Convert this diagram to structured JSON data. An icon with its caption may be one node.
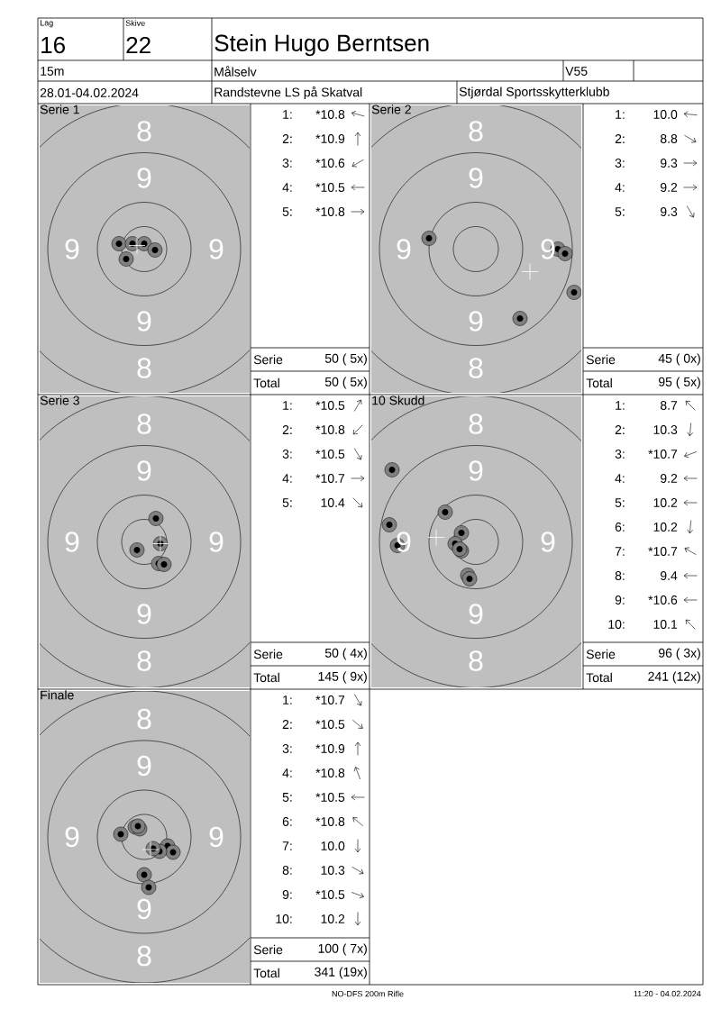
{
  "diagram": {
    "title": "Stein Hugo Berntsen",
    "labels": [
      "Lag",
      "Skive",
      "16",
      "22",
      "15m",
      "Målselv",
      "V55",
      "28.01-04.02.2024",
      "Randstevne LS på Skatval",
      "Stjørdal Sportsskytterklubb",
      "Serie 1",
      "8",
      "9",
      "9",
      "9",
      "9",
      "8",
      "1:",
      "*10.8",
      "2:",
      "*10.9",
      "3:",
      "*10.6",
      "4:",
      "*10.5",
      "5:",
      "*10.8",
      "Serie",
      "50 ( 5x)",
      "Total",
      "50 ( 5x)",
      "Serie 2",
      "8",
      "9",
      "9",
      "9",
      "9",
      "8",
      "1:",
      "10.0",
      "2:",
      "8.8",
      "3:",
      "9.3",
      "4:",
      "9.2",
      "5:",
      "9.3",
      "Serie",
      "45 ( 0x)",
      "Total",
      "95 ( 5x)",
      "Serie 3",
      "8",
      "9",
      "9",
      "9",
      "9",
      "8",
      "1:",
      "*10.5",
      "2:",
      "*10.8",
      "3:",
      "*10.5",
      "4:",
      "*10.7",
      "5:",
      "10.4",
      "Serie",
      "50 ( 4x)",
      "Total",
      "145 ( 9x)",
      "10 Skudd",
      "8",
      "9",
      "9",
      "9",
      "9",
      "8",
      "1:",
      "8.7",
      "2:",
      "10.3",
      "3:",
      "*10.7",
      "4:",
      "9.2",
      "5:",
      "10.2",
      "6:",
      "10.2",
      "7:",
      "*10.7",
      "8:",
      "9.4",
      "9:",
      "*10.6",
      "10:",
      "10.1",
      "Serie",
      "96 ( 3x)",
      "Total",
      "241 (12x)",
      "Finale",
      "8",
      "9",
      "9",
      "9",
      "9",
      "8",
      "1:",
      "*10.7",
      "2:",
      "*10.5",
      "3:",
      "*10.9",
      "4:",
      "*10.8",
      "5:",
      "*10.5",
      "6:",
      "*10.8",
      "7:",
      "10.0",
      "8:",
      "10.3",
      "9:",
      "*10.5",
      "10:",
      "10.2",
      "Serie",
      "100 ( 7x)",
      "Total",
      "341 (19x)",
      "NO-DFS 200m Rifle",
      "11:20 - 04.02.2024"
    ]
  }
}
